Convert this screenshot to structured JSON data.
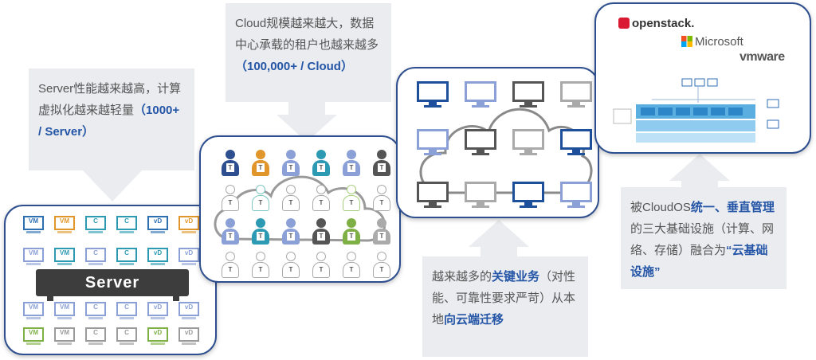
{
  "callouts": {
    "server": {
      "line1": "Server性能越来越高，计算",
      "line2": "虚拟化越来越轻量",
      "highlight": "（1000+ / Server）"
    },
    "cloud": {
      "line1": "Cloud规模越来越大，数据",
      "line2": "中心承载的租户也越来越多",
      "highlight": "（100,000+ / Cloud）"
    },
    "business": {
      "pre": "越来越多的",
      "hl1": "关键业务",
      "mid": "（对性能、可靠性要求严苛）从本地",
      "hl2": "向云端迁移"
    },
    "cloudos": {
      "pre": "被CloudOS",
      "hl1": "统一、垂直管理",
      "mid": "的三大基础设施（计算、网络、存储）融合为",
      "hl2": "“云基础设施”"
    }
  },
  "server_panel": {
    "label": "Server",
    "vm_labels": [
      "VM",
      "VM",
      "C",
      "C",
      "vD",
      "vD"
    ]
  },
  "logos": {
    "openstack": "openstack.",
    "microsoft": "Microsoft",
    "vmware": "vmware"
  },
  "colors": {
    "accent": "#2455a6",
    "panel_border": "#2e4f8f",
    "callout_bg": "#eaecef"
  }
}
